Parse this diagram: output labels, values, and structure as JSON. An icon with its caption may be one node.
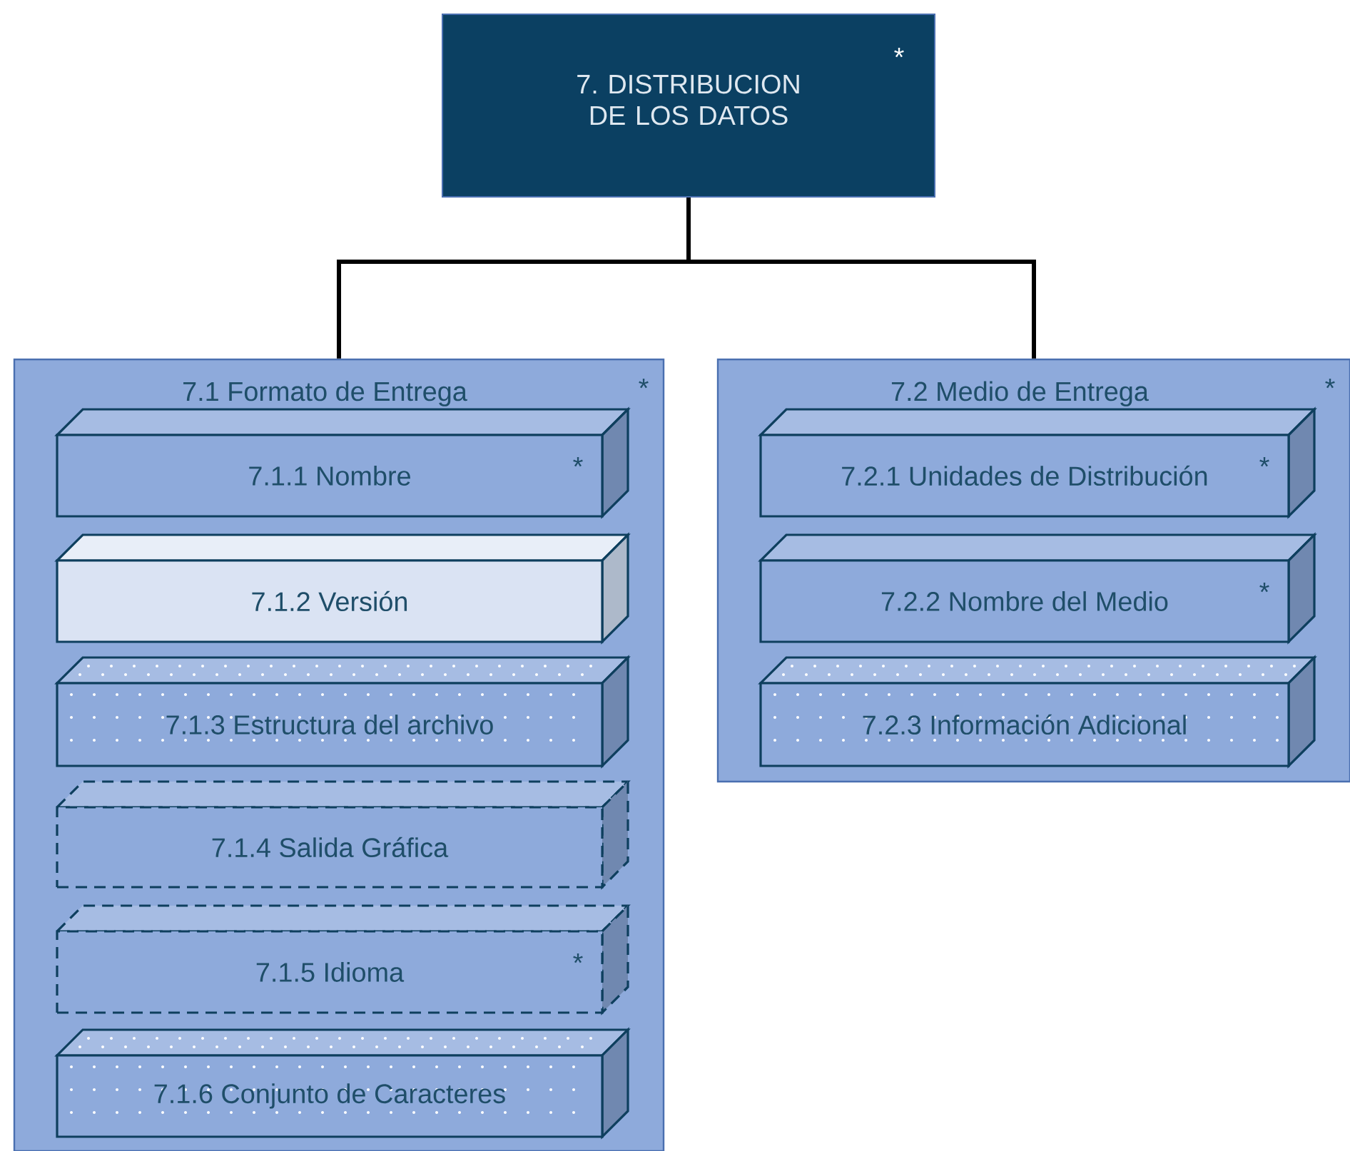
{
  "diagram": {
    "nodes": [
      {
        "text": [
          "7. DISTRIBUCION DE LOS DATOS",
          "*"
        ]
      },
      {
        "text": [
          "7.1 Formato de Entrega",
          "*"
        ]
      },
      {
        "text": [
          "7.1.1 Nombre",
          "*"
        ],
        "in": 1
      },
      {
        "text": [
          "7.1.2 Versión"
        ],
        "in": 1
      },
      {
        "text": [
          "7.1.3 Estructura del archivo"
        ],
        "in": 1
      },
      {
        "text": [
          "7.1.4 Salida Gráfica"
        ],
        "in": 1
      },
      {
        "text": [
          "7.1.5 Idioma",
          "*"
        ],
        "in": 1
      },
      {
        "text": [
          "7.1.6 Conjunto de Caracteres"
        ],
        "in": 1
      },
      {
        "text": [
          "7.2 Medio de Entrega",
          "*"
        ]
      },
      {
        "text": [
          "7.2.1 Unidades de Distribución",
          "*"
        ],
        "in": 8
      },
      {
        "text": [
          "7.2.2 Nombre del Medio",
          "*"
        ],
        "in": 8
      },
      {
        "text": [
          "7.2.3 Información Adicional"
        ],
        "in": 8
      }
    ],
    "edges": [
      {
        "from": 0,
        "to": 1,
        "arrow": "none"
      },
      {
        "from": 0,
        "to": 8,
        "arrow": "none"
      }
    ]
  }
}
